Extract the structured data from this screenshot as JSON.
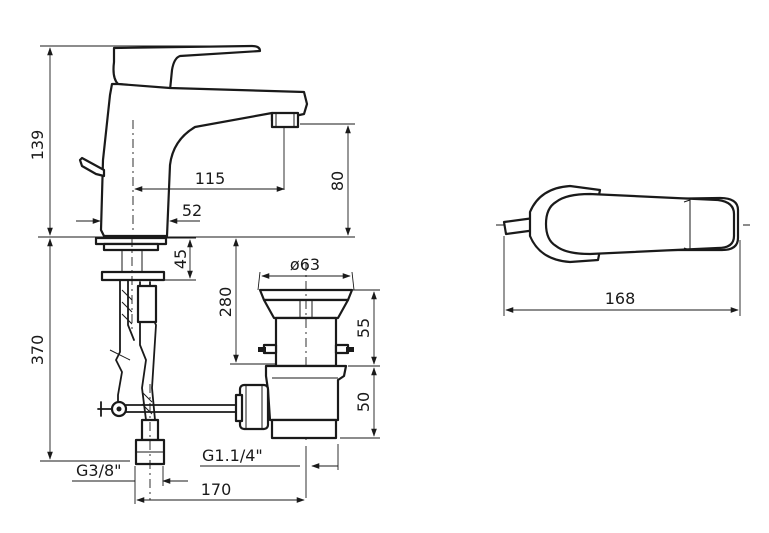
{
  "dimensions": {
    "overall_height_upper": "139",
    "overall_height_lower": "370",
    "spout_reach": "115",
    "spout_height": "80",
    "body_offset": "52",
    "thread_length": "45",
    "waste_length": "280",
    "waste_diameter": "ø63",
    "waste_flange": "55",
    "trap_height": "50",
    "top_view_length": "168",
    "connection_left": "G3/8\"",
    "connection_waste": "G1.1/4\"",
    "horizontal_offset": "170"
  },
  "colors": {
    "line": "#1a1a1a",
    "background": "#ffffff"
  }
}
